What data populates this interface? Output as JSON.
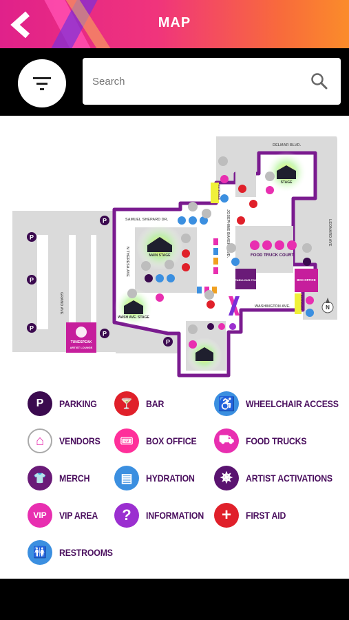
{
  "header": {
    "title": "MAP",
    "gradient": [
      "#e0218a",
      "#fb8c2a"
    ]
  },
  "search": {
    "placeholder": "Search"
  },
  "map": {
    "streets": {
      "delmar": "DELMAR BLVD.",
      "samuel": "SAMUEL SHEPARD DR.",
      "josephine": "JOSEPHINE BAKER BLVD.",
      "leonard": "LEONARD AVE",
      "theresa": "N THERESA AVE",
      "grand": "GRAND AVE",
      "washington": "WASHINGTON AVE."
    },
    "labels": {
      "food_truck_court": "FOOD TRUCK COURT",
      "box_office": "BOX OFFICE",
      "entrance": "ENTRANCE",
      "tunespeak": "TUNESPEAK",
      "artist_lounge": "ARTIST LOUNGE",
      "fabulous_fox": "FABULOUS FOX",
      "stage_main": "MAIN STAGE",
      "stage_washington": "WASH AVE. STAGE",
      "stage_small": "STAGE",
      "nav": "N"
    },
    "colors": {
      "route": "#7a1b8f",
      "lot": "#d9d9d9",
      "glow": "#e6f53a"
    }
  },
  "legend": [
    {
      "icon": "parking-icon",
      "glyph": "P",
      "label": "PARKING",
      "color": "#3b0a4f"
    },
    {
      "icon": "bar-icon",
      "glyph": "🍸",
      "label": "BAR",
      "color": "#e0202a"
    },
    {
      "icon": "wheelchair-icon",
      "glyph": "♿",
      "label": "WHEELCHAIR ACCESS",
      "color": "#3b8fe0"
    },
    {
      "icon": "vendors-icon",
      "glyph": "⌂",
      "label": "VENDORS",
      "color": "#ffffff"
    },
    {
      "icon": "box-office-icon",
      "glyph": "🎟",
      "label": "BOX OFFICE",
      "color": "#ff2f9a"
    },
    {
      "icon": "food-trucks-icon",
      "glyph": "⛟",
      "label": "FOOD TRUCKS",
      "color": "#e82fb0"
    },
    {
      "icon": "merch-icon",
      "glyph": "👕",
      "label": "MERCH",
      "color": "#6a1b78"
    },
    {
      "icon": "hydration-icon",
      "glyph": "▤",
      "label": "HYDRATION",
      "color": "#3b8fe0"
    },
    {
      "icon": "artist-activations-icon",
      "glyph": "✵",
      "label": "ARTIST ACTIVATIONS",
      "color": "#5a1370"
    },
    {
      "icon": "vip-icon",
      "glyph": "VIP",
      "label": "VIP AREA",
      "color": "#e82fb0"
    },
    {
      "icon": "information-icon",
      "glyph": "?",
      "label": "INFORMATION",
      "color": "#9b2fd0"
    },
    {
      "icon": "first-aid-icon",
      "glyph": "+",
      "label": "FIRST AID",
      "color": "#e0202a"
    },
    {
      "icon": "restrooms-icon",
      "glyph": "🚻",
      "label": "RESTROOMS",
      "color": "#3b8fe0"
    }
  ]
}
